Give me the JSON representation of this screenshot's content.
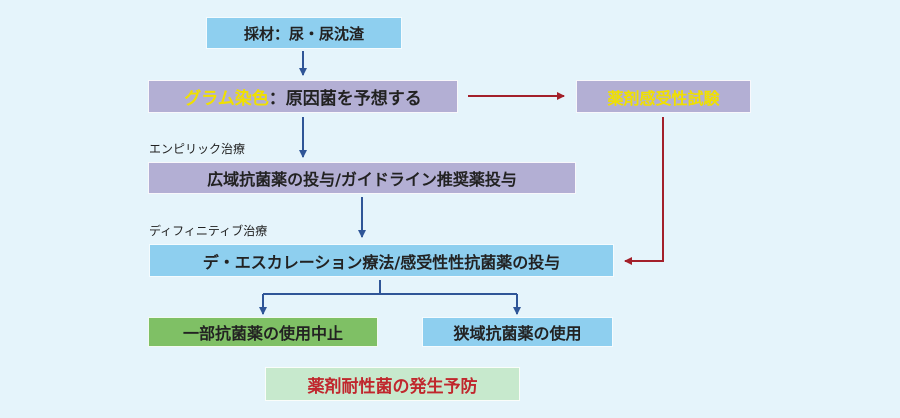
{
  "nodes": {
    "specimen": "採材：尿・尿沈渣",
    "gram_highlight": "グラム染色",
    "gram_rest": "：原因菌を予想する",
    "susceptibility": "薬剤感受性試験",
    "empiric": "広域抗菌薬の投与/ガイドライン推奨薬投与",
    "deescalation": "デ・エスカレーション療法/感受性性抗菌薬の投与",
    "stop": "一部抗菌薬の使用中止",
    "narrow": "狭域抗菌薬の使用",
    "prevention": "薬剤耐性菌の発生予防"
  },
  "side_labels": {
    "empiric": "エンピリック治療",
    "definitive": "ディフィニティブ治療"
  },
  "colors": {
    "blue_arrow": "#2f5597",
    "red_arrow": "#a3202a",
    "highlight_text": "#f0e000",
    "prevention_text": "#c0272d"
  }
}
